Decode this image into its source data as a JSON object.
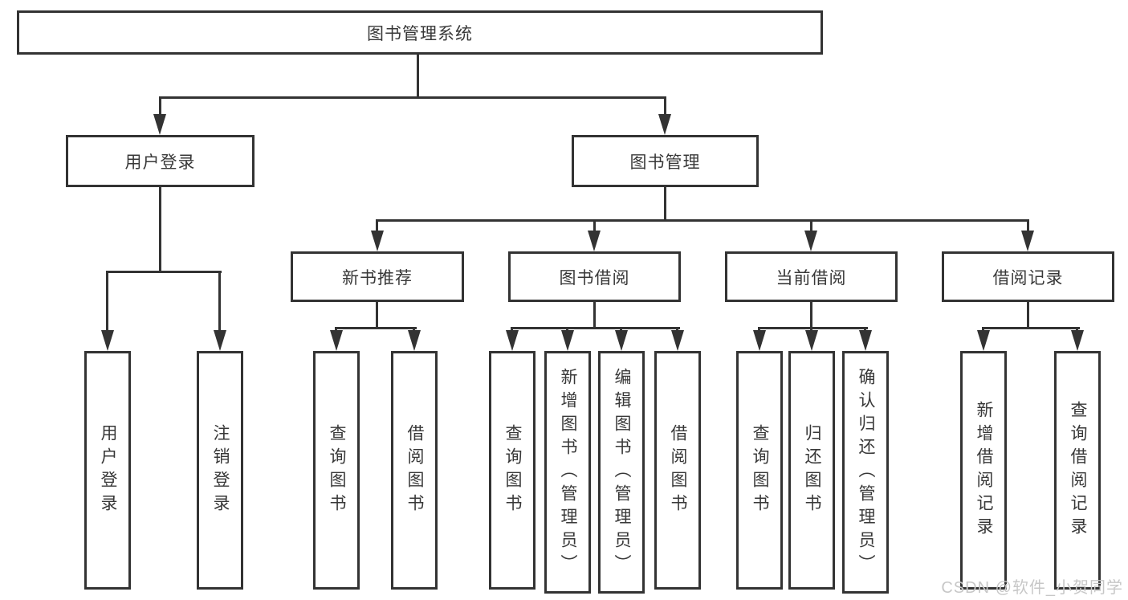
{
  "tree": {
    "root": "图书管理系统",
    "branches": [
      {
        "label": "用户登录",
        "children": [
          {
            "label": "用户登录"
          },
          {
            "label": "注销登录"
          }
        ]
      },
      {
        "label": "图书管理",
        "children": [
          {
            "label": "新书推荐",
            "children": [
              {
                "label": "查询图书"
              },
              {
                "label": "借阅图书"
              }
            ]
          },
          {
            "label": "图书借阅",
            "children": [
              {
                "label": "查询图书"
              },
              {
                "label": "新增图书（管理员）"
              },
              {
                "label": "编辑图书（管理员）"
              },
              {
                "label": "借阅图书"
              }
            ]
          },
          {
            "label": "当前借阅",
            "children": [
              {
                "label": "查询图书"
              },
              {
                "label": "归还图书"
              },
              {
                "label": "确认归还（管理员）"
              }
            ]
          },
          {
            "label": "借阅记录",
            "children": [
              {
                "label": "新增借阅记录"
              },
              {
                "label": "查询借阅记录"
              }
            ]
          }
        ]
      }
    ]
  },
  "watermark": {
    "text": "CSDN @软件_小贺同学"
  },
  "colors": {
    "line": "#333333",
    "box_bg": "#ffffff",
    "page_bg": "#ffffff",
    "text": "#383838",
    "watermark": "#c7c7c7"
  }
}
